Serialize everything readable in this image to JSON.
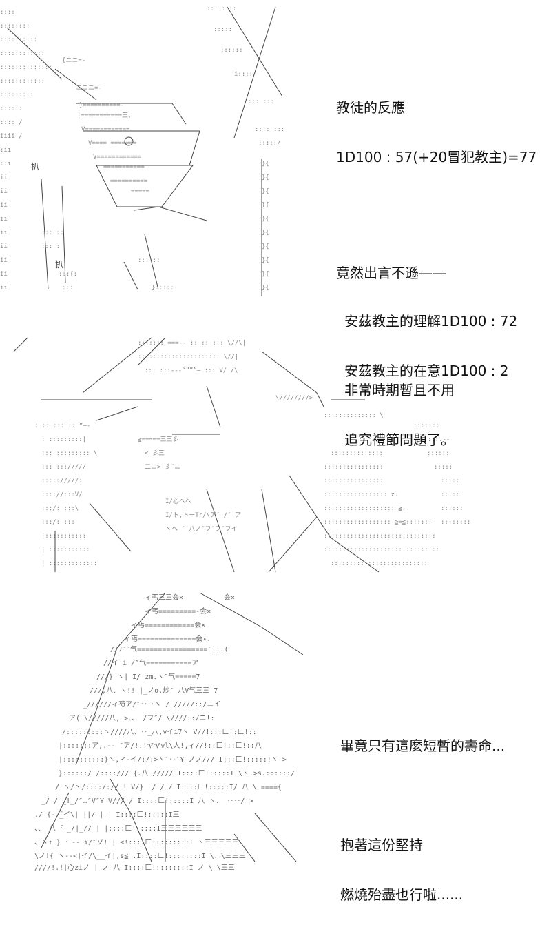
{
  "panel1": {
    "lines": [
      "教徒的反應",
      "1D100 : 57(+20冒犯教主)=77",
      "",
      "竟然出言不遜——"
    ],
    "lines2": [
      "安茲教主的理解1D100 : 72",
      "安茲教主的在意1D100 : 2"
    ]
  },
  "panel2": {
    "lines": [
      "非常時期暫且不用",
      "追究禮節問題了。"
    ]
  },
  "panel3": {
    "lines": [
      "畢竟只有這麼短暫的壽命...",
      "",
      "抱著這份堅持",
      "燃燒殆盡也行啦......"
    ]
  },
  "art": {
    "panel1_kanji": [
      "扒",
      "扒"
    ],
    "panel3_kana": [
      "ィ丐三三会×",
      "会×",
      "气三三三三三ア",
      "心"
    ]
  }
}
